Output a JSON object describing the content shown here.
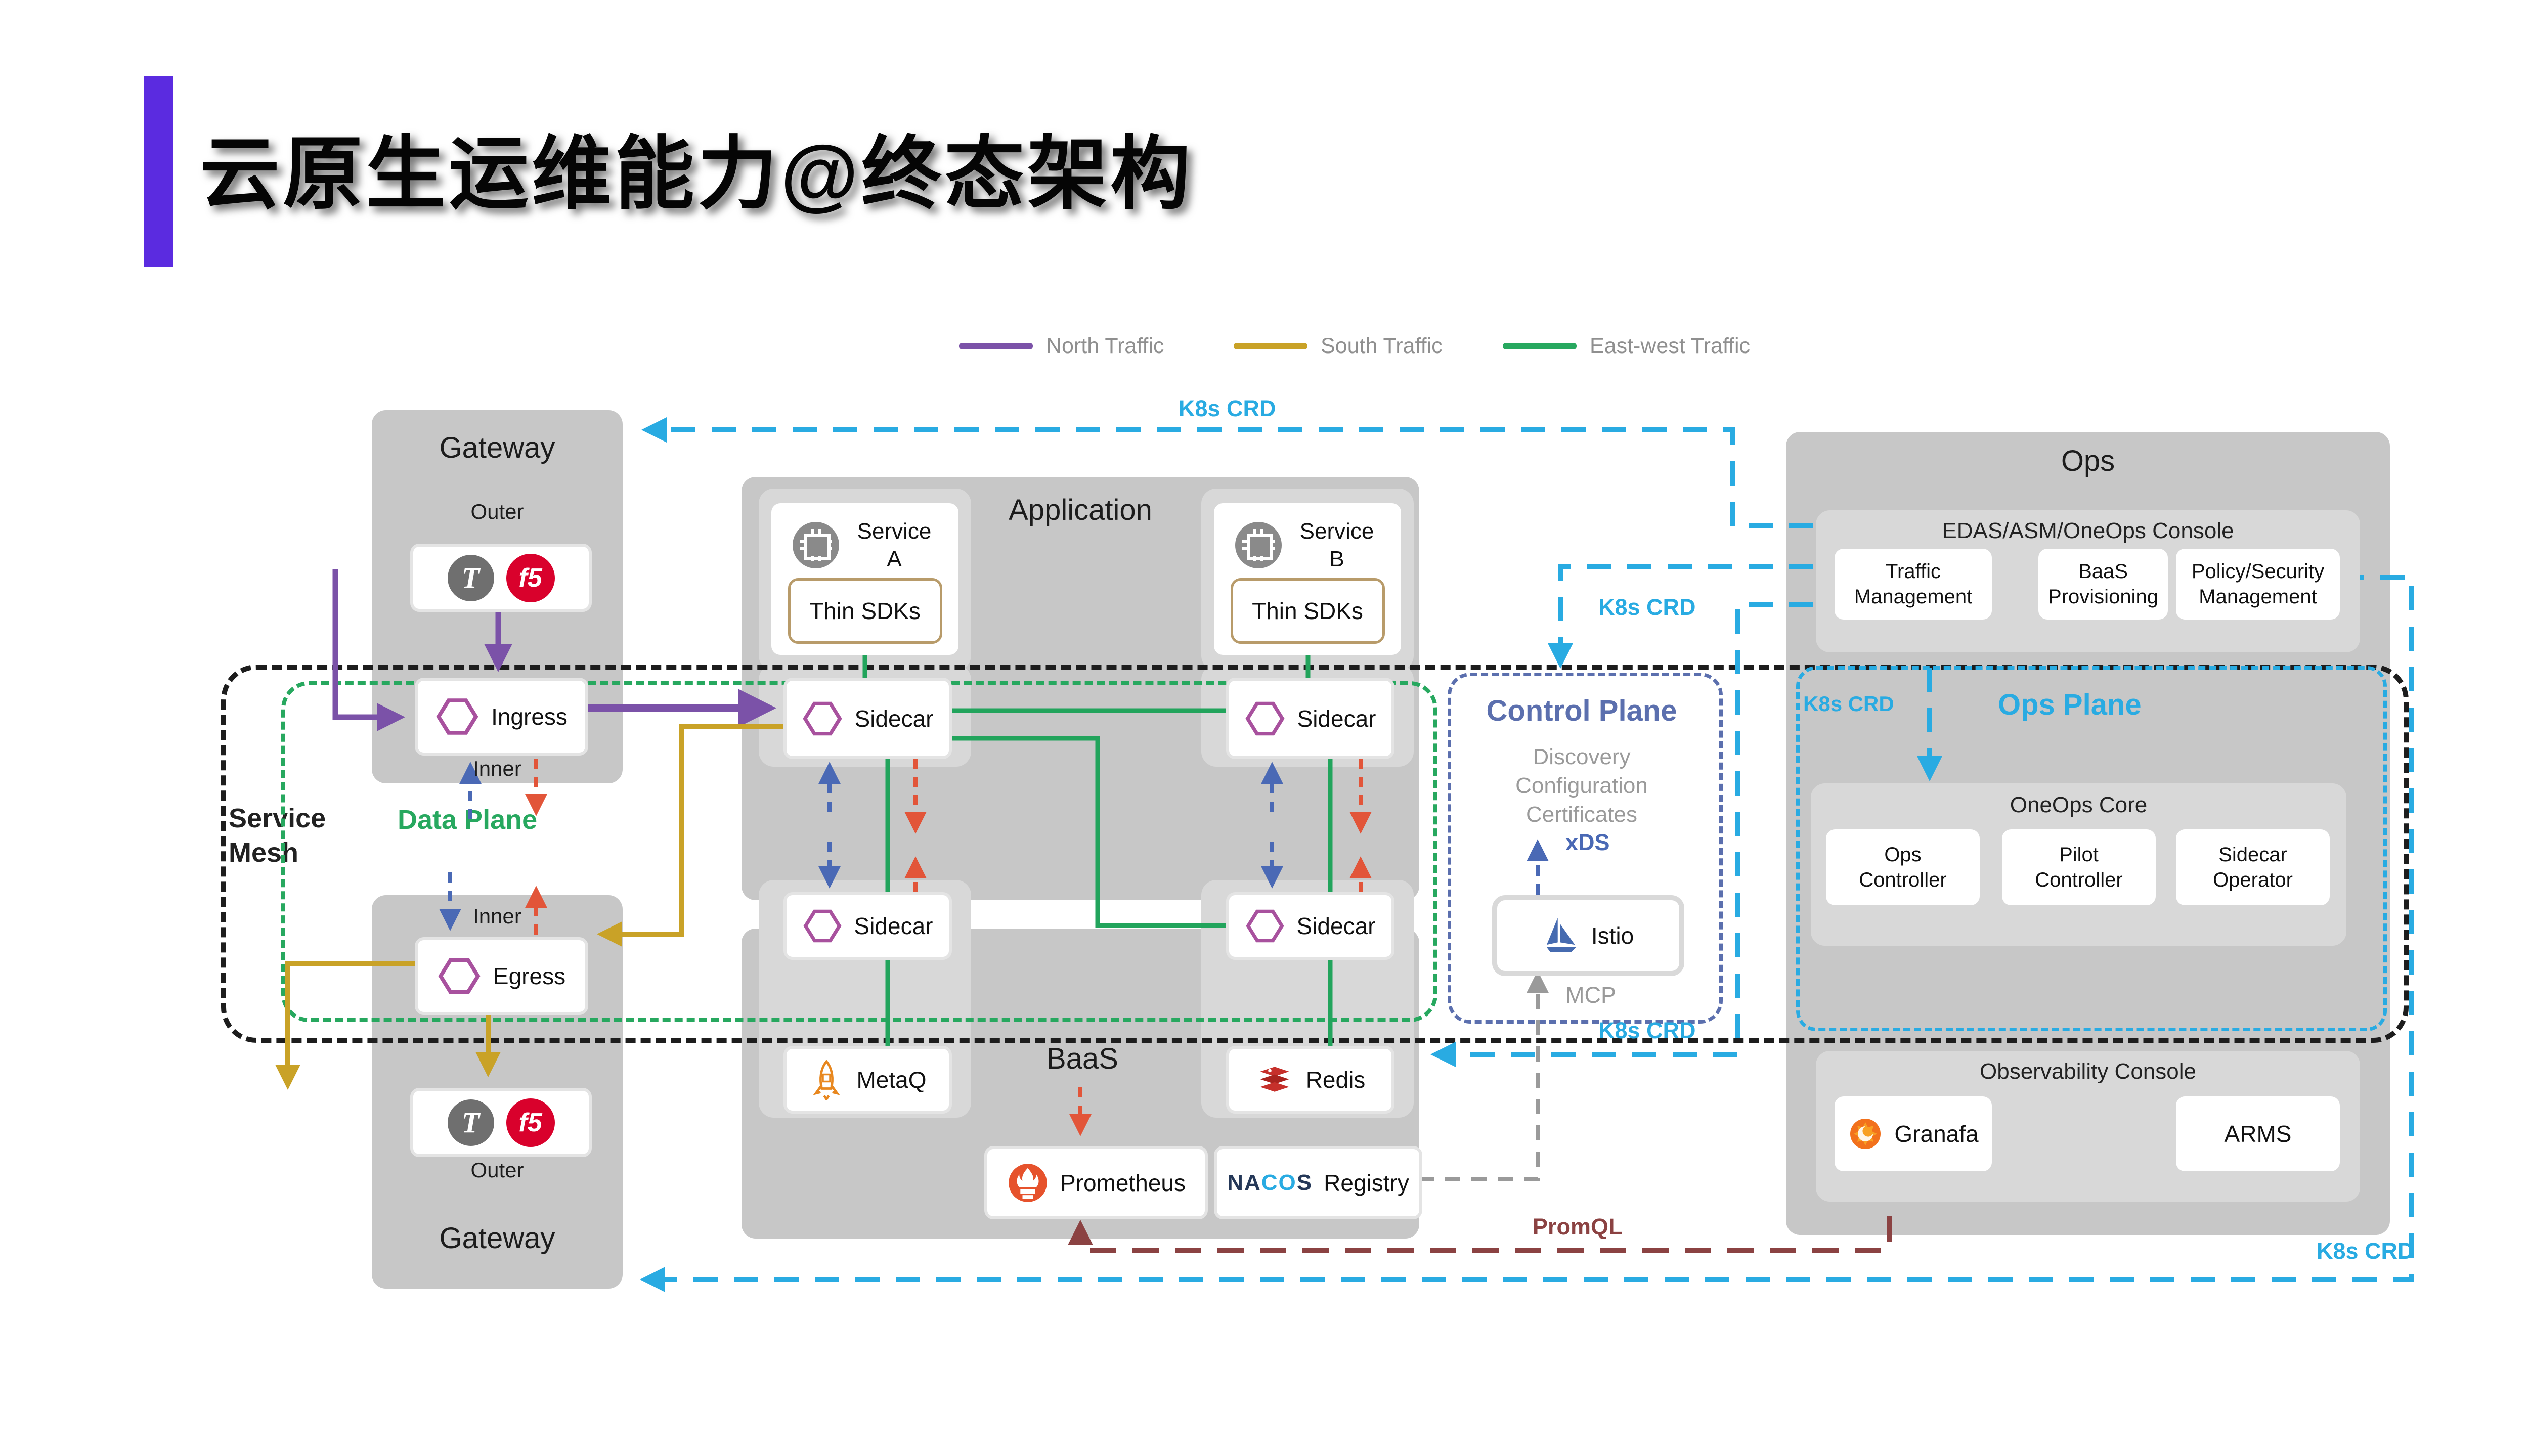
{
  "title": "云原生运维能力@终态架构",
  "legend": {
    "items": [
      {
        "label": "North Traffic",
        "color": "#7b52a8"
      },
      {
        "label": "South Traffic",
        "color": "#c9a227"
      },
      {
        "label": "East-west Traffic",
        "color": "#27a85f"
      }
    ]
  },
  "regions": {
    "service_mesh": {
      "label": "Service Mesh"
    },
    "data_plane": {
      "label": "Data Plane"
    },
    "control_plane": {
      "title": "Control Plane",
      "lines": [
        "Discovery",
        "Configuration",
        "Certificates"
      ],
      "istio": "Istio"
    },
    "ops_plane": {
      "title": "Ops Plane"
    }
  },
  "gateway_top": {
    "title": "Gateway",
    "outer": "Outer",
    "inner": "Inner",
    "ingress": "Ingress",
    "t_logo": "T",
    "f5_logo": "f5"
  },
  "gateway_bottom": {
    "title": "Gateway",
    "outer": "Outer",
    "inner": "Inner",
    "egress": "Egress",
    "t_logo": "T",
    "f5_logo": "f5"
  },
  "application": {
    "title": "Application",
    "services": [
      {
        "name": "Service A",
        "sdk": "Thin SDKs",
        "sidecar": "Sidecar"
      },
      {
        "name": "Service B",
        "sdk": "Thin SDKs",
        "sidecar": "Sidecar"
      }
    ]
  },
  "baas": {
    "title": "BaaS",
    "sidecar_left": "Sidecar",
    "sidecar_right": "Sidecar",
    "metaq": "MetaQ",
    "redis": "Redis",
    "prometheus": "Prometheus",
    "nacos": {
      "n": "N",
      "a": "A",
      "c": "C",
      "o": "O",
      "s": "S"
    },
    "registry": "Registry"
  },
  "ops": {
    "title": "Ops",
    "console": {
      "title": "EDAS/ASM/OneOps Console",
      "items": [
        "Traffic Management",
        "BaaS Provisioning",
        "Policy/Security Management"
      ]
    },
    "core": {
      "title": "OneOps Core",
      "items": [
        "Ops Controller",
        "Pilot Controller",
        "Sidecar Operator"
      ]
    },
    "observability": {
      "title": "Observability Console",
      "grafana": "Granafa",
      "arms": "ARMS"
    }
  },
  "labels": {
    "k8s_crd": "K8s CRD",
    "xds": "xDS",
    "mcp": "MCP",
    "promql": "PromQL"
  },
  "colors": {
    "north_traffic": "#7b52a8",
    "south_traffic": "#c9a227",
    "east_west_traffic": "#27a85f",
    "k8s_crd": "#29abe2",
    "promql": "#8b4242",
    "control_plane": "#5b6fae",
    "accent_bar": "#5b2be0"
  }
}
